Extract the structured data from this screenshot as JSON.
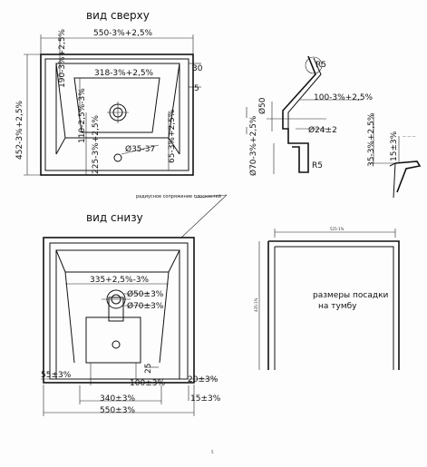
{
  "views": {
    "top_title": "вид сверху",
    "bottom_title": "вид снизу",
    "section_note": "радиусное сопряжение плоскостей",
    "cabinet_note_line1": "размеры посадки",
    "cabinet_note_line2": "на тумбу"
  },
  "top_view": {
    "width_total": "550-3%+2,5%",
    "height_total": "452-3%+2,5%",
    "inner_width": "318-3%+2,5%",
    "left_top": "190-3%+2,5%",
    "left_mid": "110-2,5%-3%",
    "left_low": "225-3%+2,5%",
    "right_30": "30",
    "right_5": "5",
    "right_65": "65-3%+2,5%",
    "hole": "Ø35-37"
  },
  "section": {
    "r5_top": "R5",
    "d50": "Ø50",
    "len100": "100-3%+2,5%",
    "d24": "Ø24±2",
    "d70": "Ø70-3%+2,5%",
    "r5_bottom": "R5",
    "h35": "35-3%+2,5%",
    "h15": "15±3%"
  },
  "bottom_view": {
    "d335": "335+2,5%-3%",
    "d50": "Ø50±3%",
    "d70": "Ø70±3%",
    "d25": "25",
    "d55": "55±3%",
    "d100": "100±3%",
    "d20": "20±3%",
    "d340": "340±3%",
    "d15": "15±3%",
    "d550": "550±3%"
  },
  "cabinet": {
    "width": "525-1%",
    "height": "435-1%"
  },
  "page_mark": "5"
}
